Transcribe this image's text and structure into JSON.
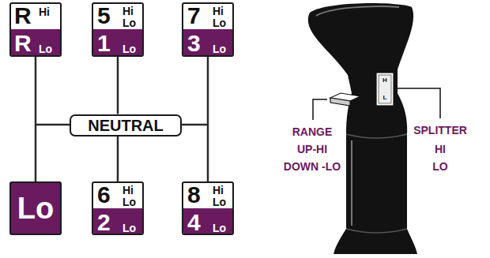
{
  "diagram": {
    "nodes": [
      {
        "text": [
          "R",
          "Hi",
          "R",
          "Lo"
        ]
      },
      {
        "text": [
          "5",
          "Hi",
          "Lo",
          "1",
          "Lo"
        ]
      },
      {
        "text": [
          "7",
          "Hi",
          "Lo",
          "3",
          "Lo"
        ]
      },
      {
        "text": [
          "NEUTRAL"
        ]
      },
      {
        "text": [
          "Lo"
        ]
      },
      {
        "text": [
          "6",
          "Hi",
          "Lo",
          "2",
          "Lo"
        ]
      },
      {
        "text": [
          "8",
          "Hi",
          "Lo",
          "4",
          "Lo"
        ]
      }
    ],
    "edges": [
      {
        "from": 0,
        "to": 4,
        "arrow": "none"
      },
      {
        "from": 1,
        "to": 3,
        "arrow": "none"
      },
      {
        "from": 3,
        "to": 5,
        "arrow": "none"
      },
      {
        "from": 2,
        "to": 6,
        "arrow": "none"
      }
    ],
    "labels": [
      "RANGE",
      "UP-HI",
      "DOWN -LO",
      "SPLITTER",
      "HI",
      "LO",
      "H",
      "L"
    ]
  }
}
